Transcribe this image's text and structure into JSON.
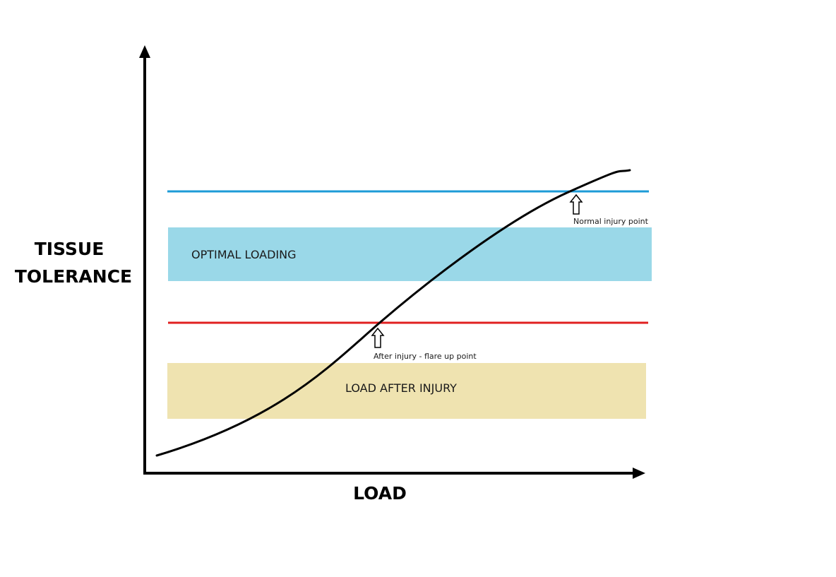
{
  "labels": {
    "y_axis_line1": "TISSUE",
    "y_axis_line2": "TOLERANCE",
    "x_axis": "LOAD",
    "optimal_band": "OPTIMAL LOADING",
    "after_injury_band": "LOAD AFTER INJURY",
    "normal_injury_point": "Normal injury point",
    "flare_up_point": "After injury - flare up point"
  },
  "colors": {
    "optimal_band": "#9ad8e8",
    "after_injury_band": "#efe3b0",
    "normal_injury_line": "#1e9bd7",
    "flare_up_line": "#e02020",
    "curve": "#000000",
    "axes": "#000000"
  }
}
